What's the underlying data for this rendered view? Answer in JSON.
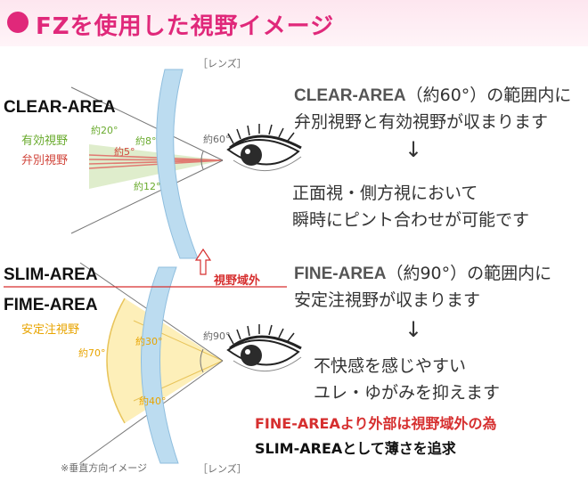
{
  "header": {
    "title": "FZを使用した視野イメージ"
  },
  "top_diagram": {
    "lens_label": "［レンズ］",
    "area_label": "CLEAR-AREA",
    "effective_field": "有効視野",
    "discrimination_field": "弁別視野",
    "angle_20": "約20°",
    "angle_8": "約8°",
    "angle_5": "約5°",
    "angle_12": "約12°",
    "angle_60": "約60°"
  },
  "middle": {
    "slim_label": "SLIM-AREA",
    "outside_field": "視野域外"
  },
  "bottom_diagram": {
    "area_label": "FIME-AREA",
    "stable_gaze_field": "安定注視野",
    "angle_70": "約70°",
    "angle_30": "約30°",
    "angle_40": "約40°",
    "angle_90": "約90°",
    "vertical_note": "※垂直方向イメージ",
    "lens_label": "［レンズ］"
  },
  "top_text": {
    "line1_lead": "CLEAR-AREA",
    "line1_rest": "（約60°）の範囲内に",
    "line2": "弁別視野と有効視野が収まります",
    "arrow": "↓",
    "line3": "正面視・側方視において",
    "line4": "瞬時にピント合わせが可能です"
  },
  "bottom_text": {
    "line1_lead": "FINE-AREA",
    "line1_rest": "（約90°）の範囲内に",
    "line2": "安定注視野が収まります",
    "arrow": "↓",
    "line3": "不快感を感じやすい",
    "line4": "ユレ・ゆがみを抑えます",
    "note1": "FINE-AREAより外部は視野域外の為",
    "note2": "SLIM-AREAとして薄さを追求"
  },
  "colors": {
    "accent": "#e0287a",
    "green": "#6aab2e",
    "red": "#d1453b",
    "orange": "#e8a400",
    "lens_blue": "#bcdcf0"
  }
}
